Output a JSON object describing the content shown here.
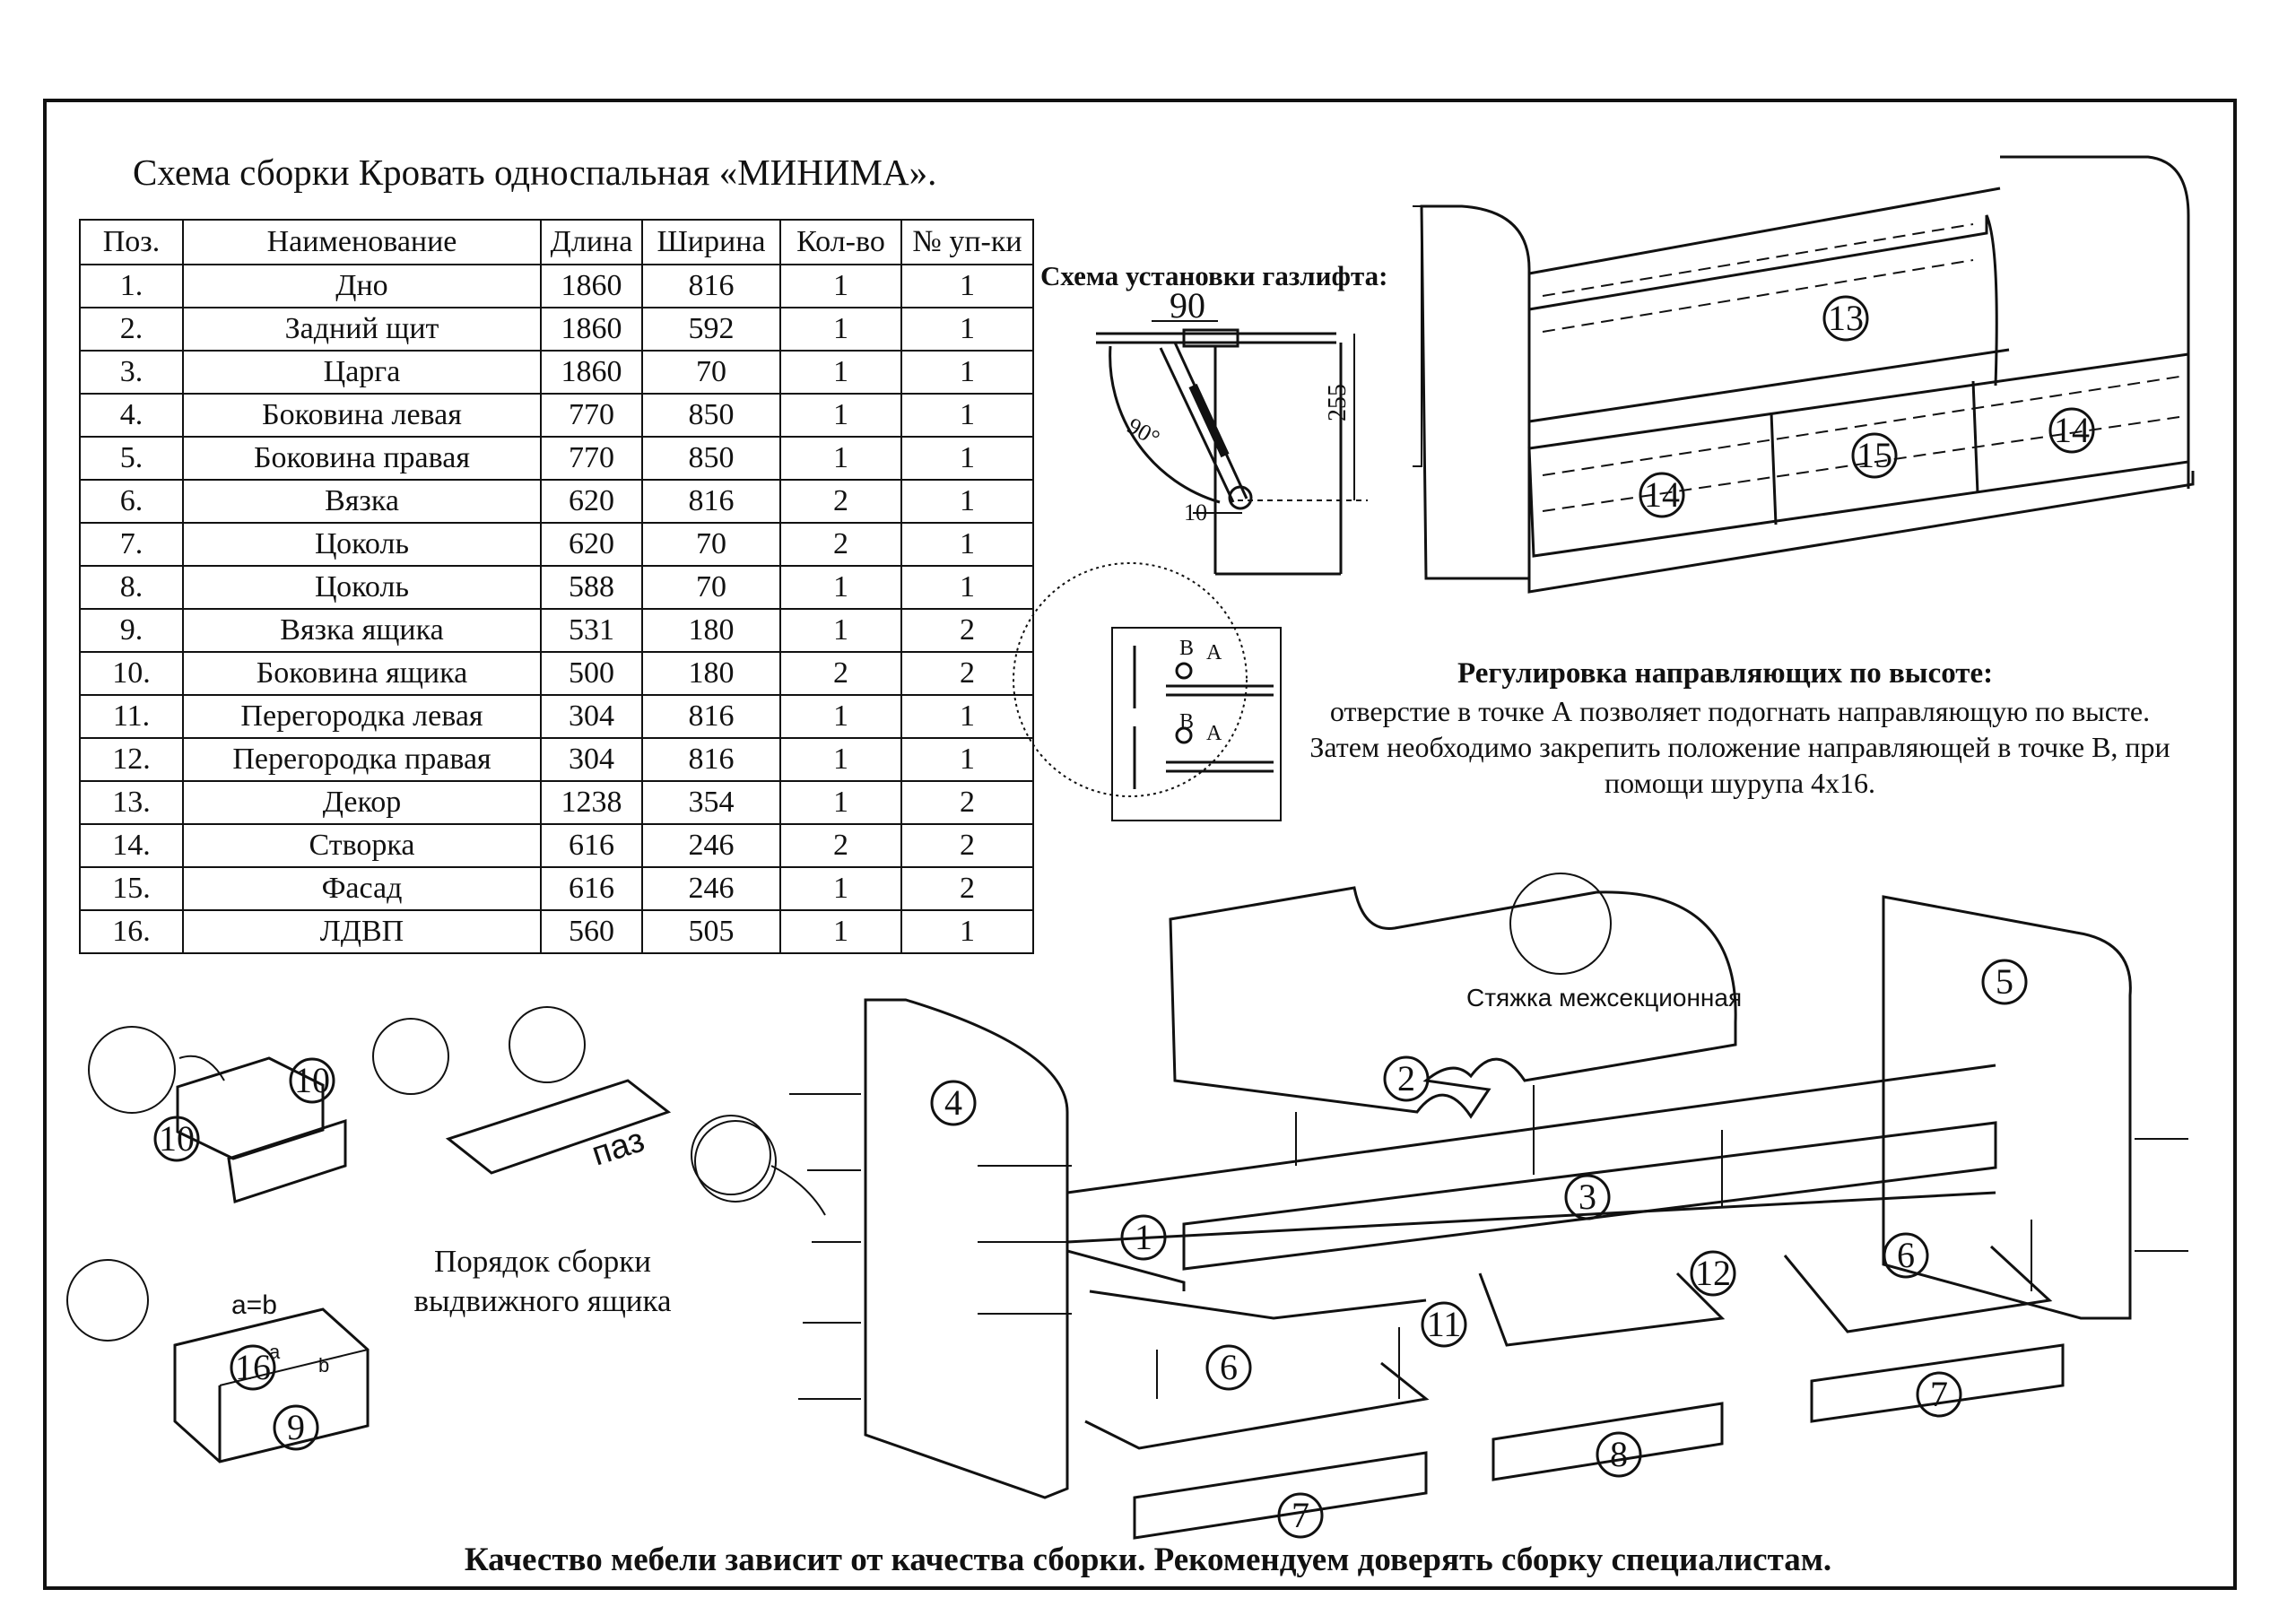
{
  "title": "Схема сборки Кровать односпальная «МИНИМА».",
  "table": {
    "headers": [
      "Поз.",
      "Наименование",
      "Длина",
      "Ширина",
      "Кол-во",
      "№ уп-ки"
    ],
    "rows": [
      [
        "1.",
        "Дно",
        "1860",
        "816",
        "1",
        "1"
      ],
      [
        "2.",
        "Задний щит",
        "1860",
        "592",
        "1",
        "1"
      ],
      [
        "3.",
        "Царга",
        "1860",
        "70",
        "1",
        "1"
      ],
      [
        "4.",
        "Боковина левая",
        "770",
        "850",
        "1",
        "1"
      ],
      [
        "5.",
        "Боковина правая",
        "770",
        "850",
        "1",
        "1"
      ],
      [
        "6.",
        "Вязка",
        "620",
        "816",
        "2",
        "1"
      ],
      [
        "7.",
        "Цоколь",
        "620",
        "70",
        "2",
        "1"
      ],
      [
        "8.",
        "Цоколь",
        "588",
        "70",
        "1",
        "1"
      ],
      [
        "9.",
        "Вязка ящика",
        "531",
        "180",
        "1",
        "2"
      ],
      [
        "10.",
        "Боковина ящика",
        "500",
        "180",
        "2",
        "2"
      ],
      [
        "11.",
        "Перегородка левая",
        "304",
        "816",
        "1",
        "1"
      ],
      [
        "12.",
        "Перегородка правая",
        "304",
        "816",
        "1",
        "1"
      ],
      [
        "13.",
        "Декор",
        "1238",
        "354",
        "1",
        "2"
      ],
      [
        "14.",
        "Створка",
        "616",
        "246",
        "2",
        "2"
      ],
      [
        "15.",
        "Фасад",
        "616",
        "246",
        "1",
        "2"
      ],
      [
        "16.",
        "ЛДВП",
        "560",
        "505",
        "1",
        "1"
      ]
    ]
  },
  "gaslift": {
    "title": "Схема установки газлифта:",
    "dim_top": "90",
    "dim_side": "255",
    "dim_bottom": "10",
    "angle": "90°",
    "point_a": "А",
    "point_b": "В"
  },
  "adjust": {
    "title": "Регулировка направляющих по высоте:",
    "text": "отверстие в точке А позволяет подогнать направляющую по высте. Затем необходимо закрепить положение направляющей в точке В, при помощи шурупа 4х16."
  },
  "drawer": {
    "caption": "Порядок сборки выдвижного ящика",
    "groove": "паз",
    "ab": "a=b",
    "a": "a",
    "b": "b",
    "labels": [
      "10",
      "10",
      "16",
      "9"
    ]
  },
  "main": {
    "connector": "Стяжка межсекционная",
    "labels": [
      "1",
      "2",
      "3",
      "4",
      "5",
      "6",
      "6",
      "7",
      "7",
      "8",
      "11",
      "12"
    ]
  },
  "preview": {
    "labels": [
      "13",
      "14",
      "14",
      "15"
    ]
  },
  "footer": "Качество мебели зависит от качества сборки. Рекомендуем доверять сборку специалистам."
}
